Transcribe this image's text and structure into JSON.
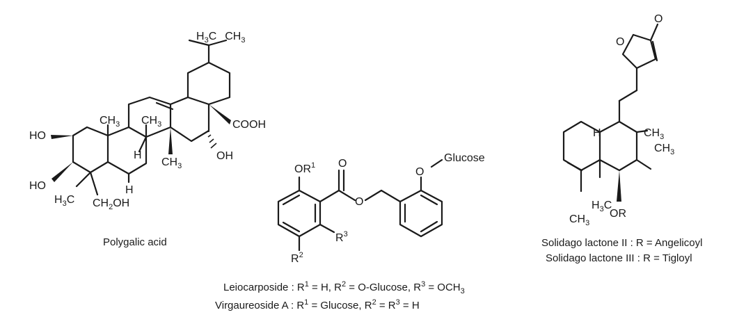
{
  "compounds": {
    "polygalic_acid": {
      "name": "Polygalic acid"
    },
    "leiocarposide": {
      "name": "Leiocarposide"
    },
    "virgaureoside_a": {
      "name": "Virgaureoside A"
    },
    "solidago_lactone_ii": {
      "name": "Solidago lactone II",
      "r_group": "Angelicoyl"
    },
    "solidago_lactone_iii": {
      "name": "Solidago lactone III",
      "r_group": "Tigloyl"
    }
  }
}
